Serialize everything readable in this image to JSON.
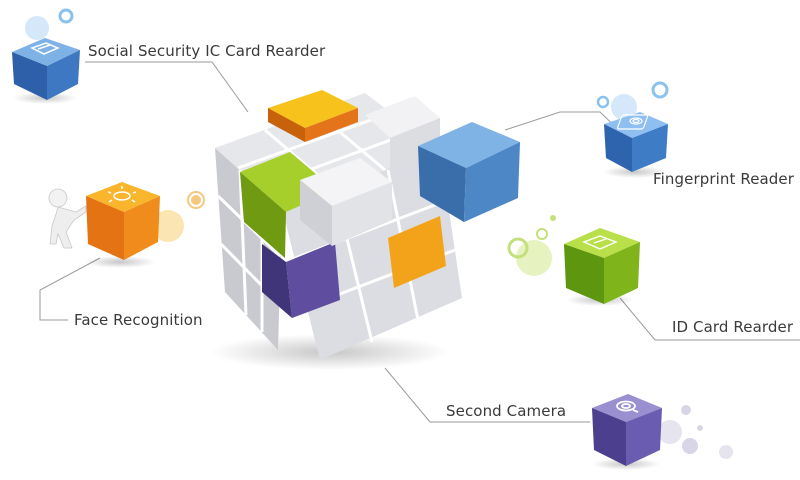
{
  "labels": {
    "social_security": "Social Security IC Card Rearder",
    "fingerprint": "Fingerprint Reader",
    "face_recognition": "Face Recognition",
    "id_card": "ID Card Rearder",
    "second_camera": "Second Camera"
  },
  "colors": {
    "blue": "#4a86c8",
    "orange": "#ee8a12",
    "green": "#8cc02a",
    "purple": "#6b5cab",
    "connector": "#9a9a9a",
    "label_text": "#3a3a3a"
  },
  "icons": {
    "social_security": "card-icon",
    "fingerprint": "fingerprint-icon",
    "face_recognition": "sun-face-icon",
    "id_card": "id-card-icon",
    "second_camera": "camera-icon"
  }
}
